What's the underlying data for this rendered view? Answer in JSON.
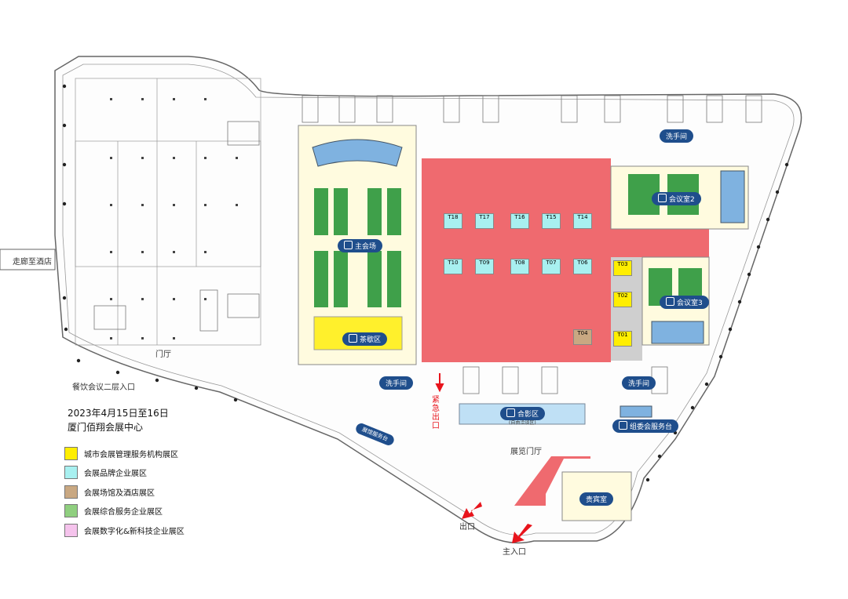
{
  "event": {
    "date": "2023年4月15日至16日",
    "venue": "厦门佰翔会展中心"
  },
  "legend": [
    {
      "label": "城市会展管理服务机构展区",
      "color": "#ffee00"
    },
    {
      "label": "会展品牌企业展区",
      "color": "#a8f0f0"
    },
    {
      "label": "会展场馆及酒店展区",
      "color": "#c9a882"
    },
    {
      "label": "会展综合服务企业展区",
      "color": "#8fcf7f"
    },
    {
      "label": "会展数字化&新科技企业展区",
      "color": "#f5c3ec"
    }
  ],
  "places": {
    "main_hall": "主会场",
    "tea_area": "茶歇区",
    "meeting2": "会议室2",
    "meeting3": "会议室3",
    "photo_area": "合影区",
    "photo_sub": "(自由洽谈区)",
    "committee_desk": "组委会服务台",
    "vip_room": "贵宾室",
    "washroom_1": "洗手间",
    "washroom_2": "洗手间",
    "washroom_3": "洗手间",
    "reception_desk": "展馆服务台"
  },
  "labels": {
    "corridor": "走廊至酒店",
    "lobby": "门厅",
    "dining": "餐饮会议二层入口",
    "emergency": "紧急出口",
    "exhibit_lobby": "展览门厅",
    "exit": "出口",
    "main_entrance": "主入口"
  },
  "booths": [
    {
      "id": "T18",
      "zone": "brand"
    },
    {
      "id": "T17",
      "zone": "brand"
    },
    {
      "id": "T16",
      "zone": "brand"
    },
    {
      "id": "T15",
      "zone": "brand"
    },
    {
      "id": "T14",
      "zone": "brand"
    },
    {
      "id": "T10",
      "zone": "brand"
    },
    {
      "id": "T09",
      "zone": "brand"
    },
    {
      "id": "T08",
      "zone": "brand"
    },
    {
      "id": "T07",
      "zone": "brand"
    },
    {
      "id": "T06",
      "zone": "brand"
    },
    {
      "id": "T04",
      "zone": "venue"
    },
    {
      "id": "T03",
      "zone": "city"
    },
    {
      "id": "T02",
      "zone": "city"
    },
    {
      "id": "T01",
      "zone": "city"
    }
  ]
}
